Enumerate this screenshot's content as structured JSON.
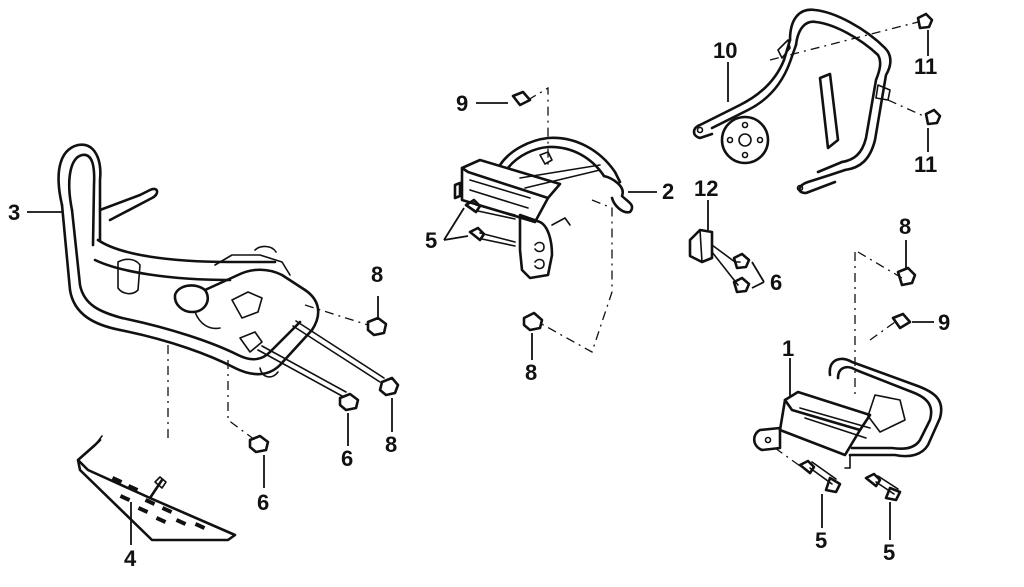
{
  "callouts": {
    "c1": "1",
    "c2": "2",
    "c3": "3",
    "c4": "4",
    "c5a": "5",
    "c5b": "5",
    "c5c": "5",
    "c6a": "6",
    "c6b": "6",
    "c6c": "6",
    "c8a": "8",
    "c8b": "8",
    "c8c": "8",
    "c8d": "8",
    "c9a": "9",
    "c9b": "9",
    "c10": "10",
    "c11a": "11",
    "c11b": "11",
    "c12": "12"
  }
}
